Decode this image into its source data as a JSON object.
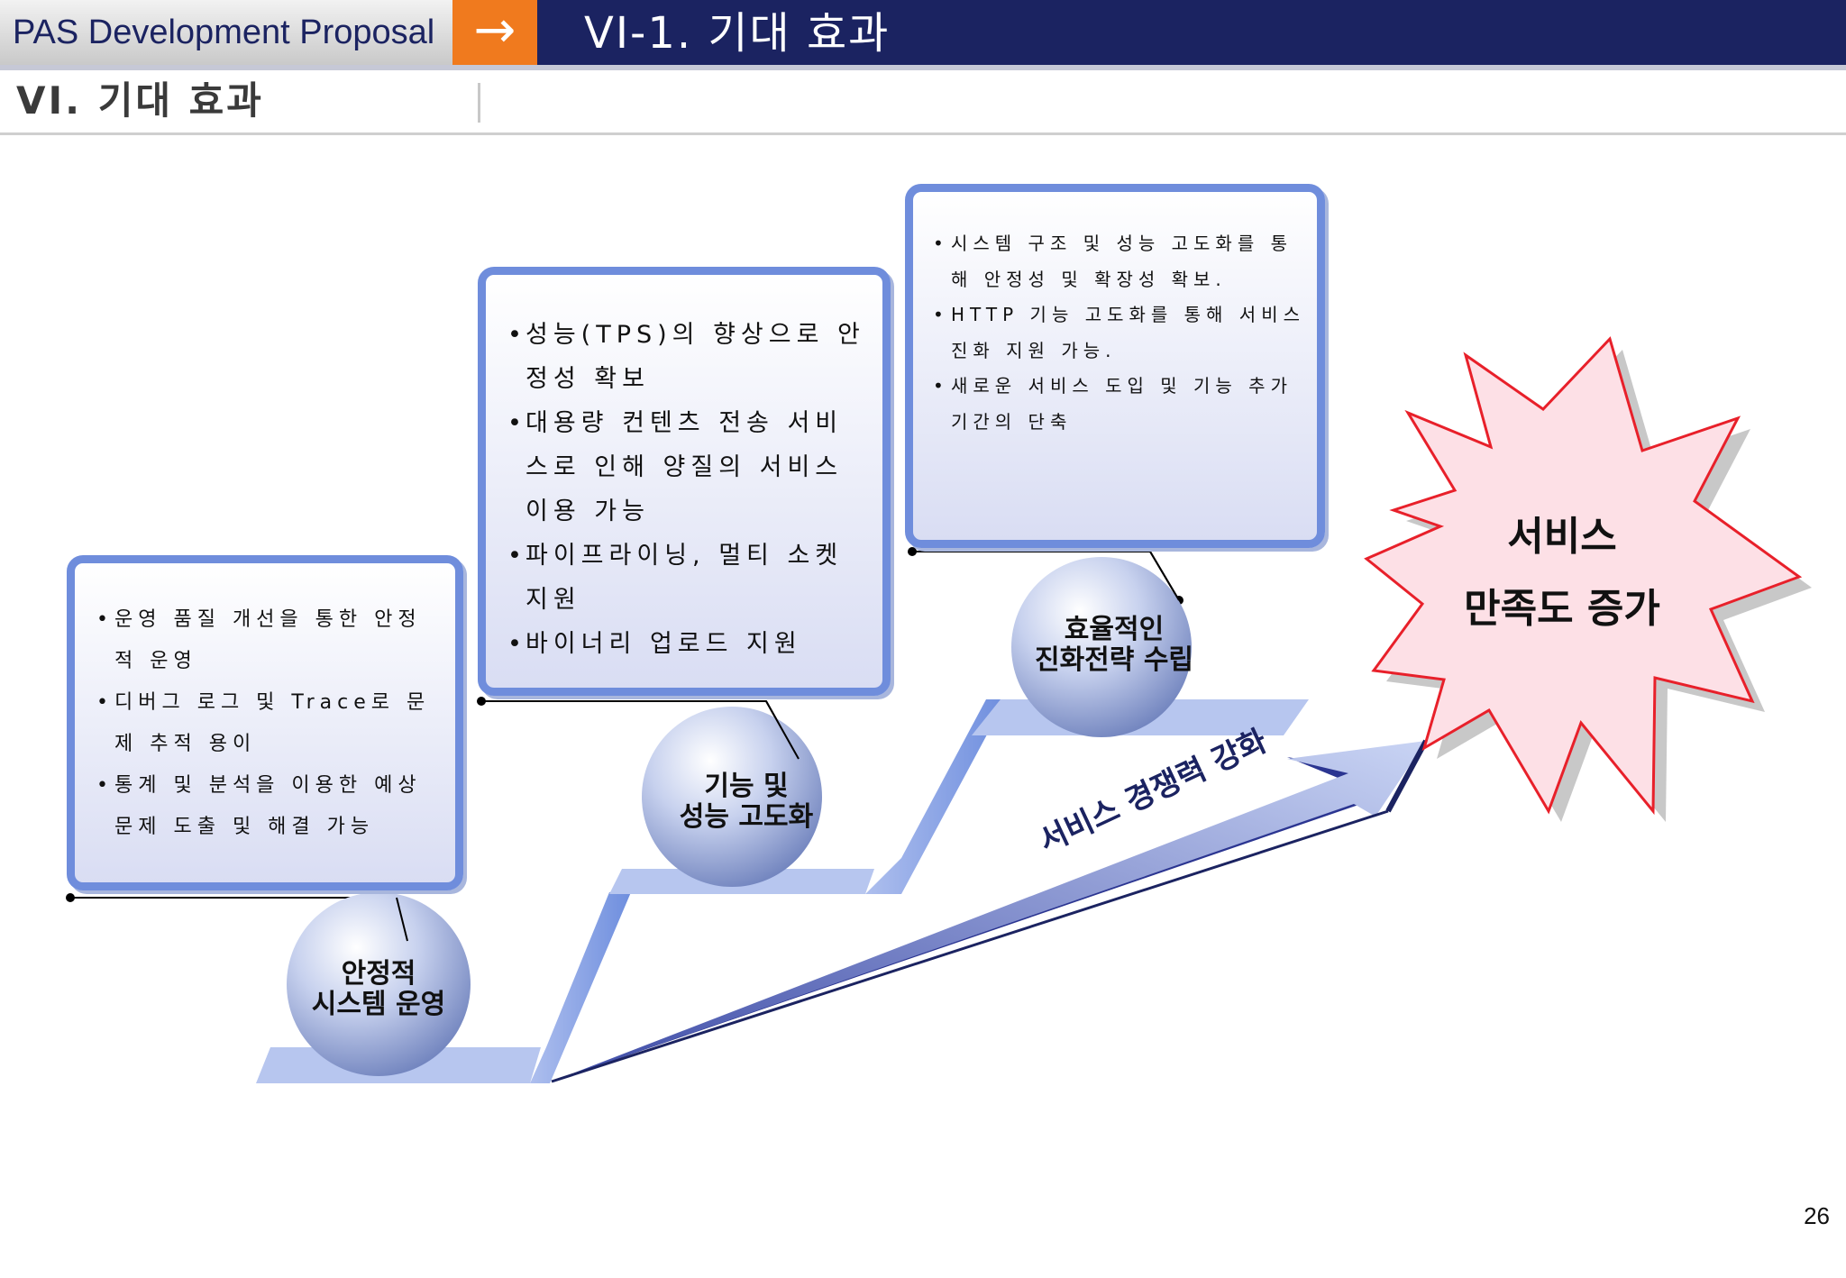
{
  "header": {
    "brand": "PAS Development Proposal",
    "arrow_glyph": "→",
    "slide_title": "VI-1. 기대 효과",
    "section_title": "VI. 기대 효과",
    "bar_color": "#1b2361",
    "accent_color": "#f07a1e"
  },
  "steps": [
    {
      "label_line1": "안정적",
      "label_line2": "시스템 운영",
      "bullets": [
        "운영 품질 개선을 통한 안정적 운영",
        "디버그 로그 및 Trace로 문제 추적 용이",
        "통계 및 분석을 이용한 예상 문제 도출 및 해결 가능"
      ]
    },
    {
      "label_line1": "기능 및",
      "label_line2": "성능 고도화",
      "bullets": [
        "성능(TPS)의 향상으로 안정성 확보",
        "대용량 컨텐츠 전송 서비스로 인해 양질의 서비스 이용 가능",
        "파이프라이닝, 멀티 소켓 지원",
        "바이너리 업로드 지원"
      ]
    },
    {
      "label_line1": "효율적인",
      "label_line2": "진화전략 수립",
      "bullets": [
        "시스템 구조 및 성능 고도화를 통해 안정성 및 확장성 확보.",
        "HTTP 기능 고도화를 통해 서비스 진화 지원 가능.",
        "새로운 서비스 도입 및 기능 추가 기간의 단축"
      ]
    }
  ],
  "arrow_label": "서비스 경쟁력 강화",
  "result": {
    "line1": "서비스",
    "line2": "만족도 증가",
    "fill_color": "#fde0e6",
    "stroke_color": "#e8202a"
  },
  "page_number": "26"
}
